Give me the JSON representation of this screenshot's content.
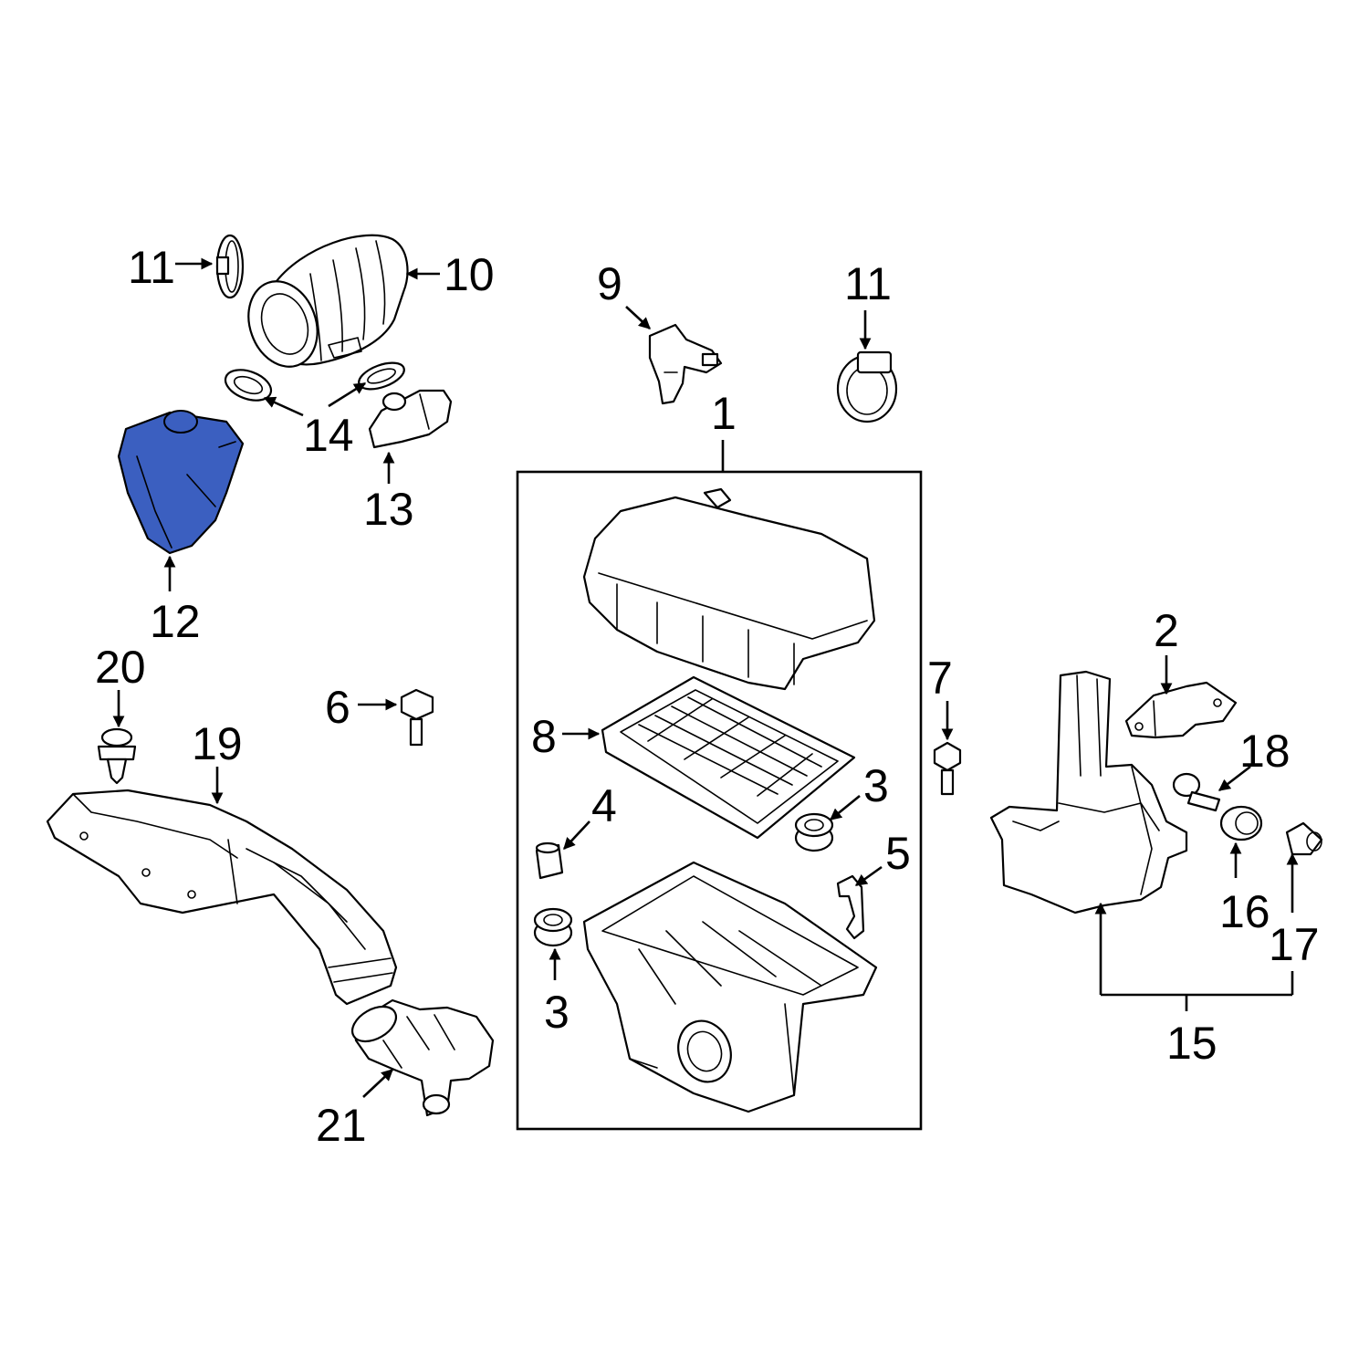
{
  "highlight_color": "#3b5fc0",
  "line_color": "#000000",
  "background": "#ffffff",
  "highlighted_part": "12",
  "callouts": {
    "c1": "1",
    "c2": "2",
    "c3a": "3",
    "c3b": "3",
    "c4": "4",
    "c5": "5",
    "c6": "6",
    "c7": "7",
    "c8": "8",
    "c9": "9",
    "c10": "10",
    "c11a": "11",
    "c11b": "11",
    "c12": "12",
    "c13": "13",
    "c14": "14",
    "c15": "15",
    "c16": "16",
    "c17": "17",
    "c18": "18",
    "c19": "19",
    "c20": "20",
    "c21": "21"
  }
}
